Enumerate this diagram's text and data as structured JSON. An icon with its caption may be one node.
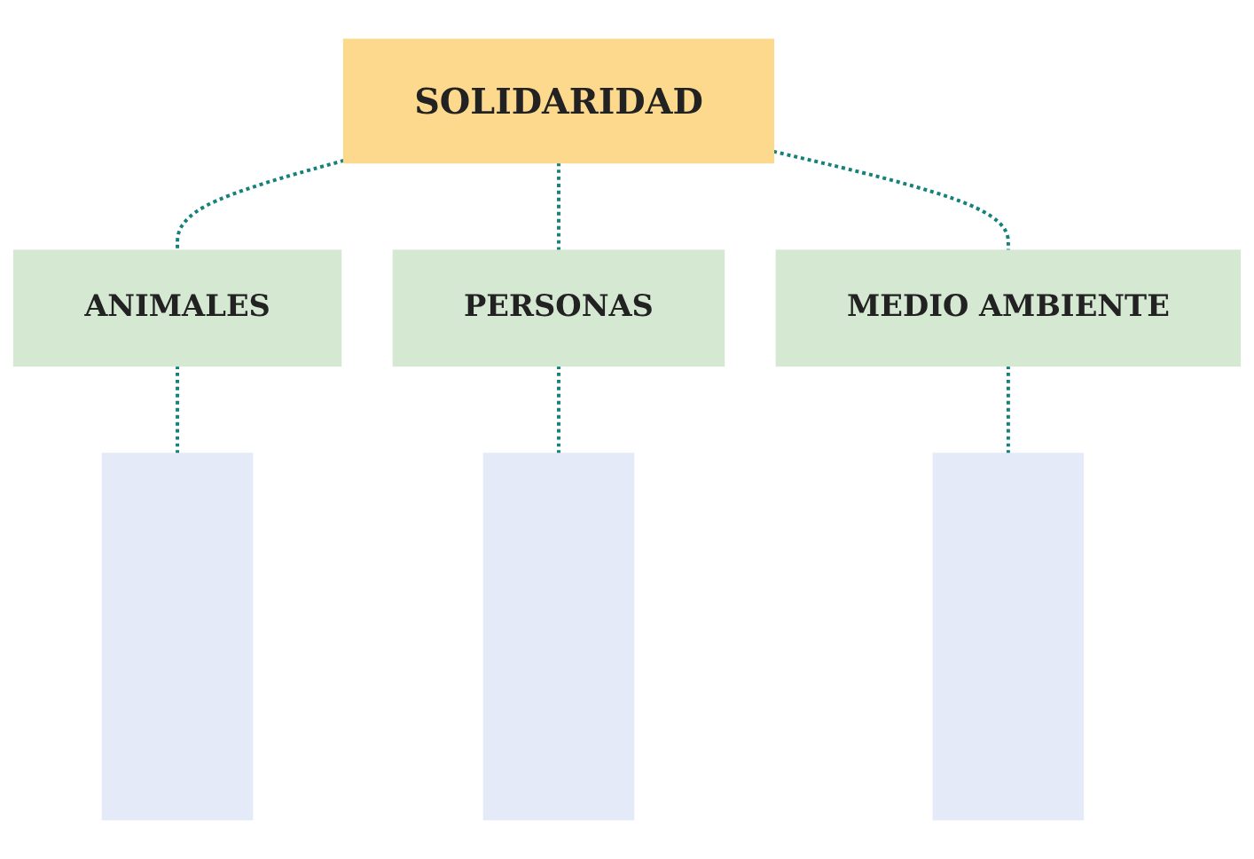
{
  "diagram": {
    "nodes": [
      {
        "text": [
          "SOLIDARIDAD"
        ]
      },
      {
        "text": [
          "ANIMALES"
        ]
      },
      {
        "text": [
          "PERSONAS"
        ]
      },
      {
        "text": [
          "MEDIO AMBIENTE"
        ]
      },
      {
        "text": [],
        "shape": "box"
      },
      {
        "text": [],
        "shape": "box"
      },
      {
        "text": [],
        "shape": "box"
      }
    ],
    "edges": [
      {
        "from": 0,
        "to": 1,
        "arrow": "none",
        "style": "dashed"
      },
      {
        "from": 0,
        "to": 2,
        "arrow": "none",
        "style": "dashed"
      },
      {
        "from": 0,
        "to": 3,
        "arrow": "none",
        "style": "dashed"
      },
      {
        "from": 1,
        "to": 4,
        "arrow": "none",
        "style": "dashed"
      },
      {
        "from": 2,
        "to": 5,
        "arrow": "none",
        "style": "dashed"
      },
      {
        "from": 3,
        "to": 6,
        "arrow": "none",
        "style": "dashed"
      }
    ]
  }
}
